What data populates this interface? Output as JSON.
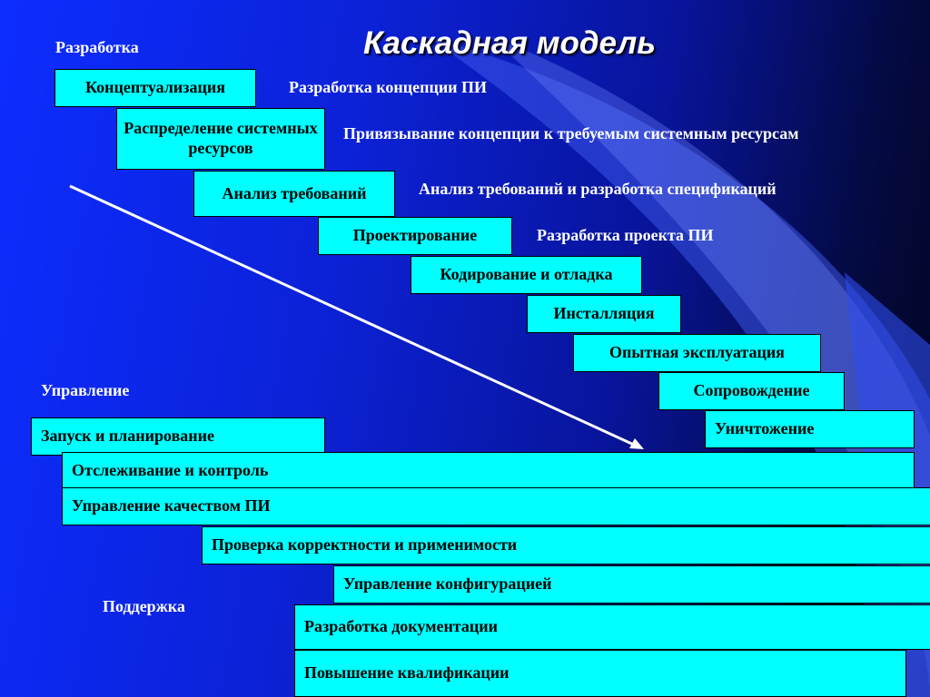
{
  "title": "Каскадная модель",
  "sections": {
    "development": "Разработка",
    "management": "Управление",
    "support": "Поддержка"
  },
  "development_steps": [
    {
      "label": "Концептуализация",
      "description": "Разработка концепции ПИ"
    },
    {
      "label": "Распределение системных ресурсов",
      "description": "Привязывание концепции к требуемым системным ресурсам"
    },
    {
      "label": "Анализ требований",
      "description": "Анализ требований и  разработка спецификаций"
    },
    {
      "label": "Проектирование",
      "description": "Разработка проекта ПИ"
    },
    {
      "label": "Кодирование и отладка"
    },
    {
      "label": "Инсталляция"
    },
    {
      "label": "Опытная эксплуатация"
    },
    {
      "label": "Сопровождение"
    },
    {
      "label": "Уничтожение"
    }
  ],
  "management_steps": [
    {
      "label": "Запуск и планирование"
    },
    {
      "label": "Отслеживание и контроль"
    },
    {
      "label": "Управление качеством ПИ"
    }
  ],
  "support_steps": [
    {
      "label": "Проверка корректности и применимости"
    },
    {
      "label": "Управление конфигурацией"
    },
    {
      "label": "Разработка документации"
    },
    {
      "label": "Повышение квалификации"
    }
  ],
  "colors": {
    "box_fill": "#00ffff",
    "box_border": "#000000",
    "text_light": "#ffffff",
    "arrow": "#ffffff"
  }
}
